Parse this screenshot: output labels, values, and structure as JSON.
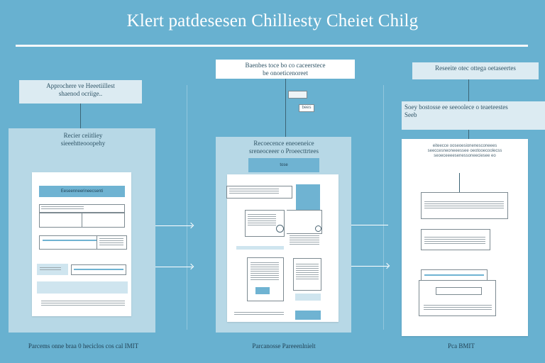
{
  "title": "Klert patdesesen Chilliesty Cheiet Chilg",
  "colors": {
    "background": "#68b1d0",
    "panel": "#b7d8e6",
    "accent": "#6fb3d2",
    "note": "#dcebf2"
  },
  "step1": {
    "note": "Approchere ve Heeetiillest\nshaenod ocriige..",
    "panel_title": "Recier ceiitliey\nsieeehtteooopehy",
    "doc_header": "Eeseenneerineecsenti",
    "caption": "Parcems onne braa 0 heciclos cos cal IMIT"
  },
  "step2": {
    "note": "Baenbes toce bo co caceerstece\nbe onoeticenoreet",
    "tag": "bees",
    "panel_title": "Recoecence eneoeneice\nsreneoceeer o Proeecttrtees",
    "header_bar": "tose",
    "caption": "Parcanosse Pareeenlnielt"
  },
  "step3": {
    "note_top": "Reseeite otec ottega oetaseertes",
    "note_mid": "Soey bostosse ee seeoolece o teaeteestes\nSeeb",
    "doc_title": "eiteecce ooseoesionenesconeees\nseeccesneoneeessee oeotooecoolecss\nseoeceeeesenessoneeciesee eo",
    "caption": "Pca BMIT"
  }
}
